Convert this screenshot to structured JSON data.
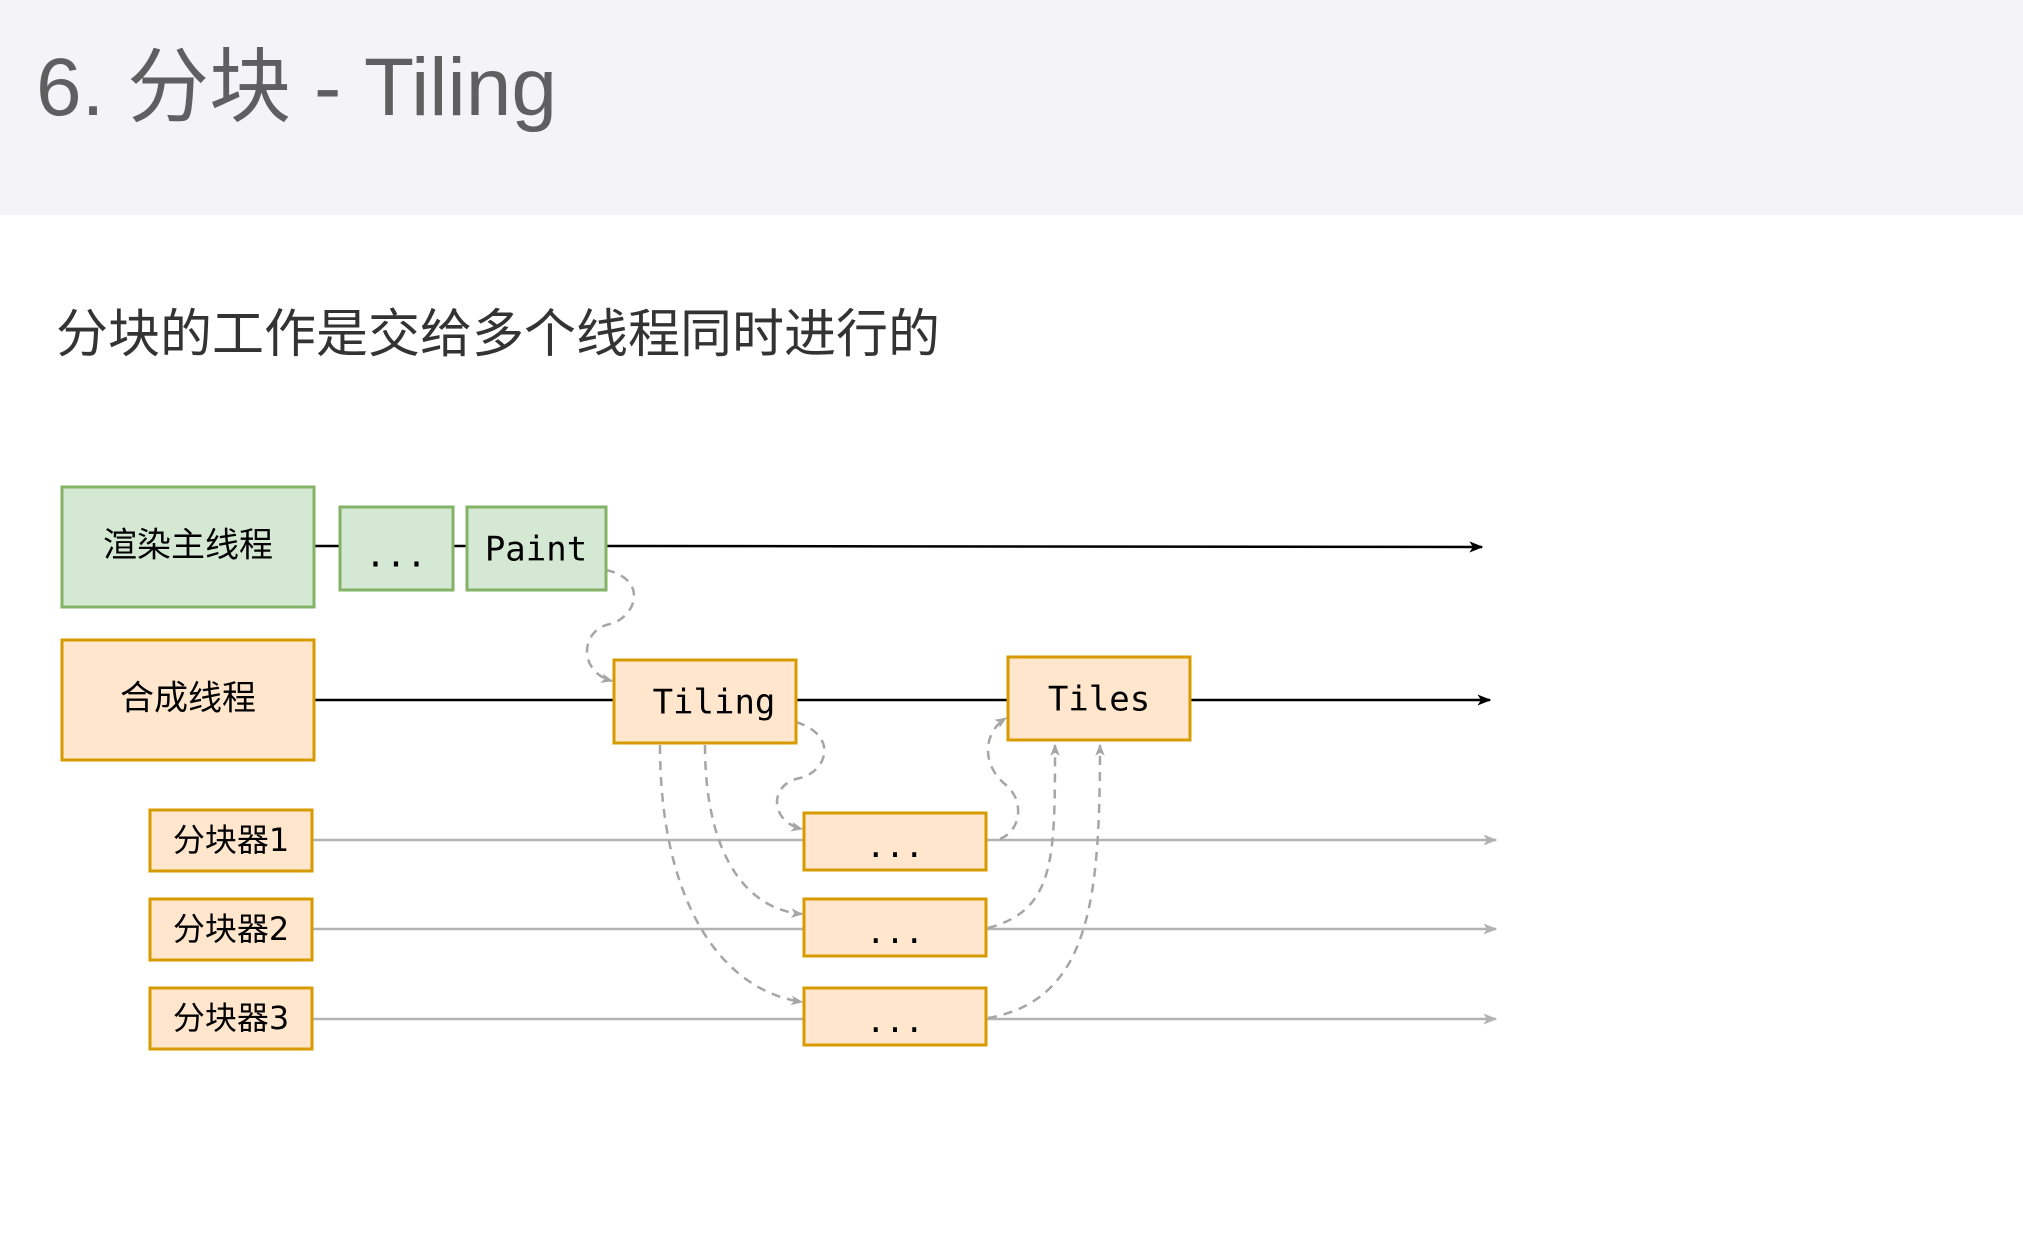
{
  "page": {
    "title": "6. 分块 - Tiling",
    "subtitle": "分块的工作是交给多个线程同时进行的"
  },
  "diagram": {
    "main_thread": {
      "label": "渲染主线程",
      "steps": [
        "...",
        "Paint"
      ]
    },
    "compositor_thread": {
      "label": "合成线程",
      "steps": [
        "Tiling",
        "Tiles"
      ]
    },
    "tilers": [
      {
        "label": "分块器1",
        "task": "..."
      },
      {
        "label": "分块器2",
        "task": "..."
      },
      {
        "label": "分块器3",
        "task": "..."
      }
    ],
    "colors": {
      "green_fill": "#d5e8d4",
      "green_stroke": "#82b366",
      "orange_fill": "#ffe6cc",
      "orange_stroke": "#d79b00",
      "main_line": "#000000",
      "tiler_line": "#b3b3b3",
      "dashed_arrow": "#a6a6a6"
    }
  }
}
